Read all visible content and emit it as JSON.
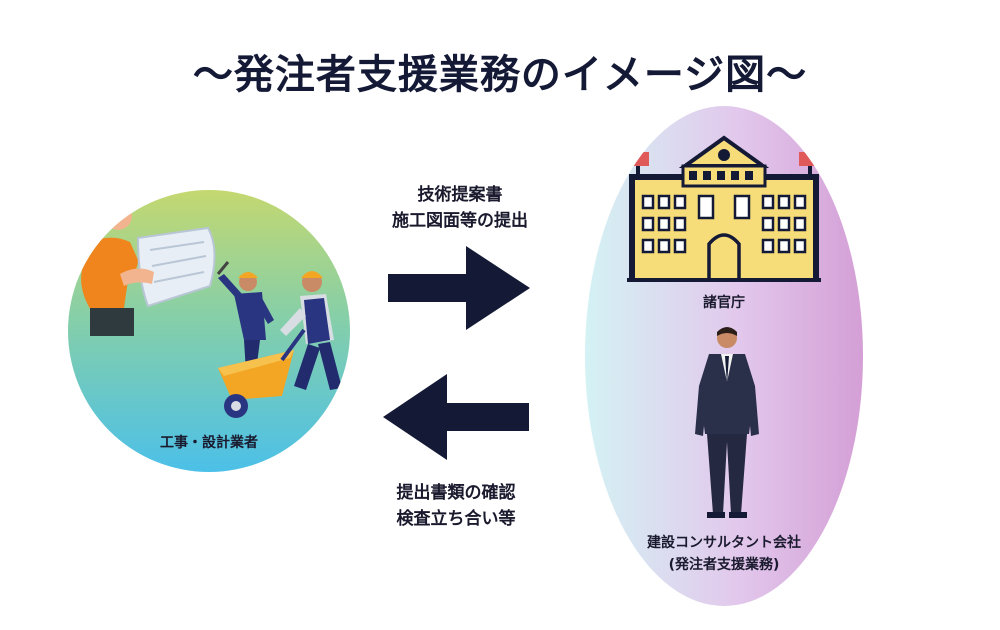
{
  "title": "〜発注者支援業務のイメージ図〜",
  "left_group": {
    "label": "工事・設計業者"
  },
  "right_group": {
    "building_label": "諸官庁",
    "consultant_label_line1": "建設コンサルタント会社",
    "consultant_label_line2": "(発注者支援業務)"
  },
  "flows": {
    "to_right_line1": "技術提案書",
    "to_right_line2": "施工図面等の提出",
    "to_left_line1": "提出書類の確認",
    "to_left_line2": "検査立ち合い等"
  },
  "colors": {
    "arrow": "#141a36",
    "title": "#141a36"
  },
  "icons": [
    "engineer-with-blueprint-icon",
    "construction-workers-icon",
    "government-building-icon",
    "businessman-icon",
    "arrow-right-icon",
    "arrow-left-icon"
  ]
}
